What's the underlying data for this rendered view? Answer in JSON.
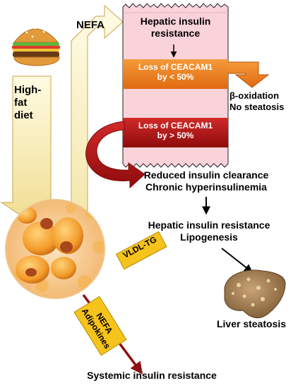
{
  "diagram": {
    "left_column": {
      "diet_label": "High-\nfat\ndiet",
      "nefa_arrow_label": "NEFA"
    },
    "liver_box": {
      "title": "Hepatic insulin\nresistance",
      "loss_low": "Loss of CEACAM1\nby < 50%",
      "loss_high": "Loss of CEACAM1\nby > 50%"
    },
    "right_side": {
      "low_outcome": "β-oxidation\nNo steatosis",
      "clearance": "Reduced insulin clearance\nChronic hyperinsulinemia",
      "hepatic": "Hepatic insulin resistance\nLipogenesis",
      "liver_caption": "Liver steatosis"
    },
    "adipose": {
      "vldl_label": "VLDL-TG",
      "nefa_adipokines_label": "NEFA\nAdipokines",
      "systemic": "Systemic insulin resistance"
    },
    "colors": {
      "cream_arrow": "#f6f0bf",
      "cream_border": "#c9a64a",
      "orange": "#f07a1e",
      "dark_red": "#b21414",
      "pink_box": "#f9d2da",
      "yellow_label": "#f6c31b"
    },
    "icons": [
      "hamburger-icon",
      "fat-cells-image",
      "steatotic-liver-icon"
    ]
  }
}
